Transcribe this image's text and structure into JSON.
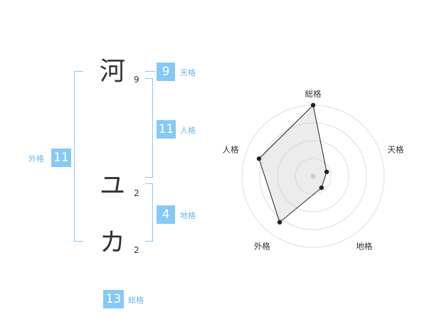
{
  "name": {
    "chars": [
      {
        "char": "河",
        "strokes": "9"
      },
      {
        "char": "ユ",
        "strokes": "2"
      },
      {
        "char": "カ",
        "strokes": "2"
      }
    ]
  },
  "kaku": {
    "tenkaku": {
      "value": "9",
      "label": "天格"
    },
    "jinkaku": {
      "value": "11",
      "label": "人格"
    },
    "chikaku": {
      "value": "4",
      "label": "地格"
    },
    "gaikaku": {
      "value": "11",
      "label": "外格"
    },
    "soukaku": {
      "value": "13",
      "label": "総格"
    }
  },
  "colors": {
    "accent": "#86c9f5",
    "accent_text": "#6ab7e8",
    "text": "#333333"
  },
  "chart_data": {
    "type": "radar",
    "axes": [
      "総格",
      "天格",
      "地格",
      "外格",
      "人格"
    ],
    "values": [
      5,
      1,
      1,
      4,
      4
    ],
    "rmax": 5,
    "rings": 4
  }
}
